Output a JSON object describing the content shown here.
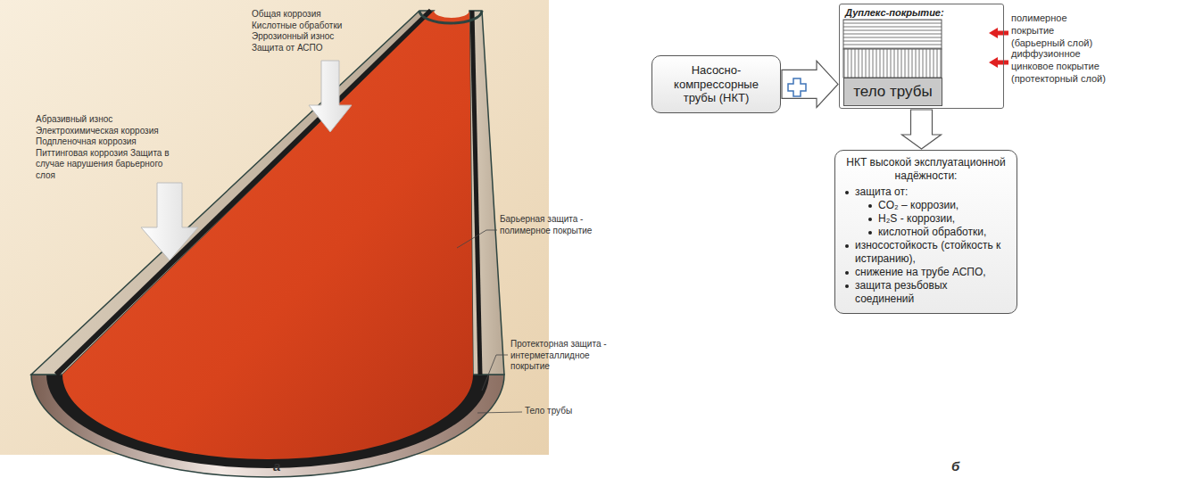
{
  "diagram": {
    "nodes": [
      {
        "text": [
          "Насосно-компрессорные трубы (НКТ)"
        ]
      },
      {
        "text": [
          "Дуплекс-покрытие:"
        ]
      },
      {
        "text": [
          "тело трубы"
        ],
        "in": 1
      },
      {
        "text": [
          "НКТ высокой эксплуатационной надёжности:",
          "защита от:",
          "CO₂ – коррозии,",
          "H₂S - коррозии,",
          "кислотной обработки,",
          "износостойкость (стойкость к истиранию),",
          "снижение на трубе АСПО,",
          "защита резьбовых соединений"
        ]
      }
    ],
    "edges": [
      {
        "from": 0,
        "to": 1,
        "arrow": "to"
      },
      {
        "from": 1,
        "to": 3,
        "arrow": "to"
      }
    ],
    "labels": [
      "Общая коррозия Кислотные обработки Эррозионный износ Защита от АСПО",
      "Абразивный износ Электрохимическая коррозия Подпленочная коррозия Питтинговая коррозия Защита в случае нарушения барьерного слоя",
      "Барьерная защита - полимерное покрытие",
      "Протекторная защита - интерметаллидное покрытие",
      "Тело трубы",
      "полимерное покрытие (барьерный слой)",
      "диффузионное цинковое покрытие (протекторный слой)",
      "а",
      "б"
    ]
  }
}
